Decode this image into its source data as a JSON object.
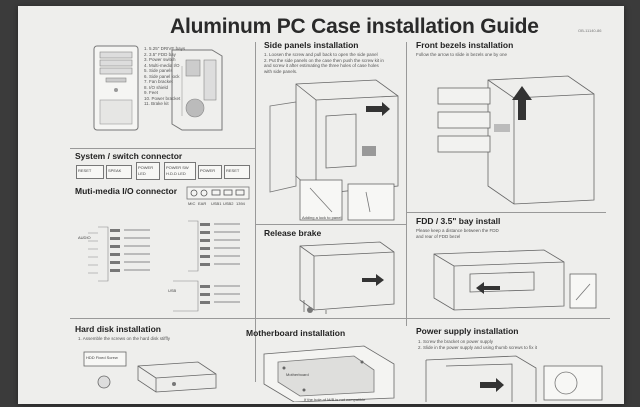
{
  "doc": {
    "title": "Aluminum PC Case installation Guide",
    "doc_no": "OB-11140-86"
  },
  "case_parts": [
    "1. 5.25\" DRIVE bays",
    "2. 3.5\" FDD bay",
    "3. Power switch",
    "4. Multi-media I/O",
    "5. Side panels",
    "6. Side panel lock",
    "7. Fan bracket",
    "8. I/O shield",
    "9. Feet",
    "10. Power bracket",
    "11. Brake kit"
  ],
  "sections": {
    "side_panels": {
      "heading": "Side panels installation",
      "steps": [
        "1. Loosen the screw and pull back to open the side panel",
        "2. Put the side panels on the case then push the screw kit in",
        "and screw it after estimating the three holes of case holes",
        "with side panels."
      ],
      "caption": "Adding a lock to panel"
    },
    "front_bezels": {
      "heading": "Front bezels installation",
      "steps": [
        "Follow the arrow to slide in bezels one by one"
      ]
    },
    "system_switch": {
      "heading": "System / switch connector",
      "labels": [
        "RESET",
        "SPEAK",
        "POWER",
        "LED",
        "POWER SW",
        "H.D.D LED",
        "POWER",
        "RESET"
      ]
    },
    "multimedia": {
      "heading": "Muti-media I/O  connector",
      "labels": [
        "MIC",
        "EAR",
        "USB1",
        "USB2",
        "1394",
        "AUDIO",
        "USB"
      ]
    },
    "release_brake": {
      "heading": "Release brake"
    },
    "fdd_bay": {
      "heading": "FDD / 3.5\" bay install",
      "steps": [
        "Please keep a distance between the FDD",
        "and rear of FDD bezel"
      ]
    },
    "hard_disk": {
      "heading": "Hard disk installation",
      "steps": [
        "1. Assemble the screws on the hard disk stiffly"
      ],
      "label": "HDD Fixed Screw"
    },
    "motherboard": {
      "heading": "Motherboard installation",
      "label": "Motherboard",
      "note": "If the hole of M/B is not compatible"
    },
    "power_supply": {
      "heading": "Power supply installation",
      "steps": [
        "1. Screw the bracket on power supply",
        "2. Slide in the power supply and using thumb screws to fix it"
      ]
    }
  }
}
